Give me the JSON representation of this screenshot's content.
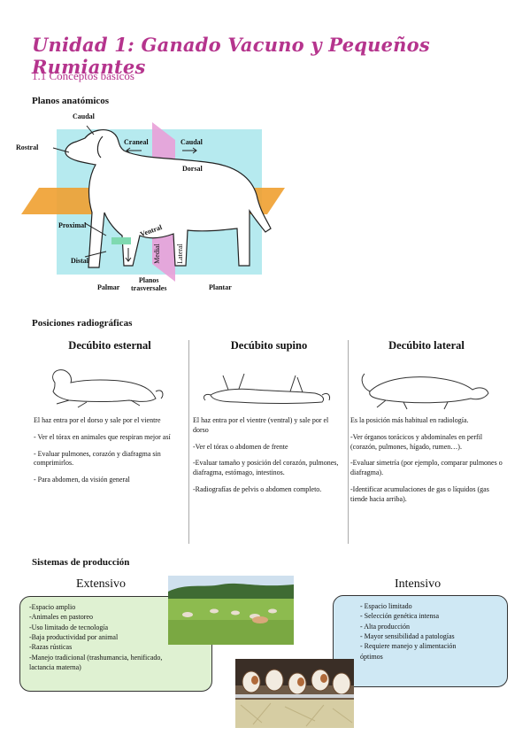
{
  "title": "Unidad 1: Ganado Vacuno y Pequeños Rumiantes",
  "section": "1.1 Conceptos básicos",
  "planos": {
    "heading": "Planos anatómicos",
    "labels": {
      "caudal_top": "Caudal",
      "rostral": "Rostral",
      "craneal": "Craneal",
      "caudal": "Caudal",
      "dorsal": "Dorsal",
      "proximal": "Proximal",
      "ventral": "Ventral",
      "distal": "Distal",
      "medial": "Medial",
      "lateral": "Lateral",
      "palmar": "Palmar",
      "planos_transversales": "Planos\ntrasversales",
      "plantar": "Plantar"
    }
  },
  "radiografia": {
    "heading": "Posiciones radiográficas",
    "columns": [
      {
        "title": "Decúbito esternal",
        "p1": "El haz entra por el dorso y sale por el vientre",
        "p2": "- Ver el tórax en animales que respiran mejor así",
        "p3": "- Evaluar pulmones, corazón y diafragma sin comprimirlos.",
        "p4": "- Para abdomen, da visión general"
      },
      {
        "title": "Decúbito supino",
        "p1": "El haz entra por el vientre (ventral) y sale por el dorso",
        "p2": "-Ver el tórax o abdomen de frente",
        "p3": "-Evaluar tamaño y posición del corazón, pulmones, diafragma, estómago, intestinos.",
        "p4": "-Radiografías de pelvis o abdomen completo."
      },
      {
        "title": "Decúbito lateral",
        "p1": "Es la posición más habitual en radiología.",
        "p2": "-Ver órganos torácicos y abdominales en perfil (corazón, pulmones, hígado, rumen…).",
        "p3": "-Evaluar simetría (por ejemplo, comparar pulmones o diafragma).",
        "p4": "-Identificar acumulaciones de gas o líquidos (gas tiende hacia arriba)."
      }
    ]
  },
  "sistemas": {
    "heading": "Sistemas de producción",
    "extensivo": {
      "title": "Extensivo",
      "items": [
        "-Espacio amplio",
        "-Animales en pastoreo",
        "-Uso limitado de tecnología",
        "-Baja productividad por animal",
        "-Razas rústicas",
        "-Manejo tradicional (trashumancia, henificado,",
        "lactancia materna)"
      ]
    },
    "intensivo": {
      "title": "Intensivo",
      "items": [
        "- Espacio limitado",
        "- Selección genética intensa",
        "- Alta producción",
        "- Mayor sensibilidad a patologías",
        "- Requiere manejo y alimentación",
        "óptimos"
      ]
    }
  },
  "colors": {
    "title": "#b5348d",
    "extensivo_box": "#dff1d2",
    "intensivo_box": "#cfe8f4",
    "plane_orange": "#f0a030",
    "plane_pink": "#e9a0d8",
    "plane_cyan": "#a9e6ec"
  }
}
